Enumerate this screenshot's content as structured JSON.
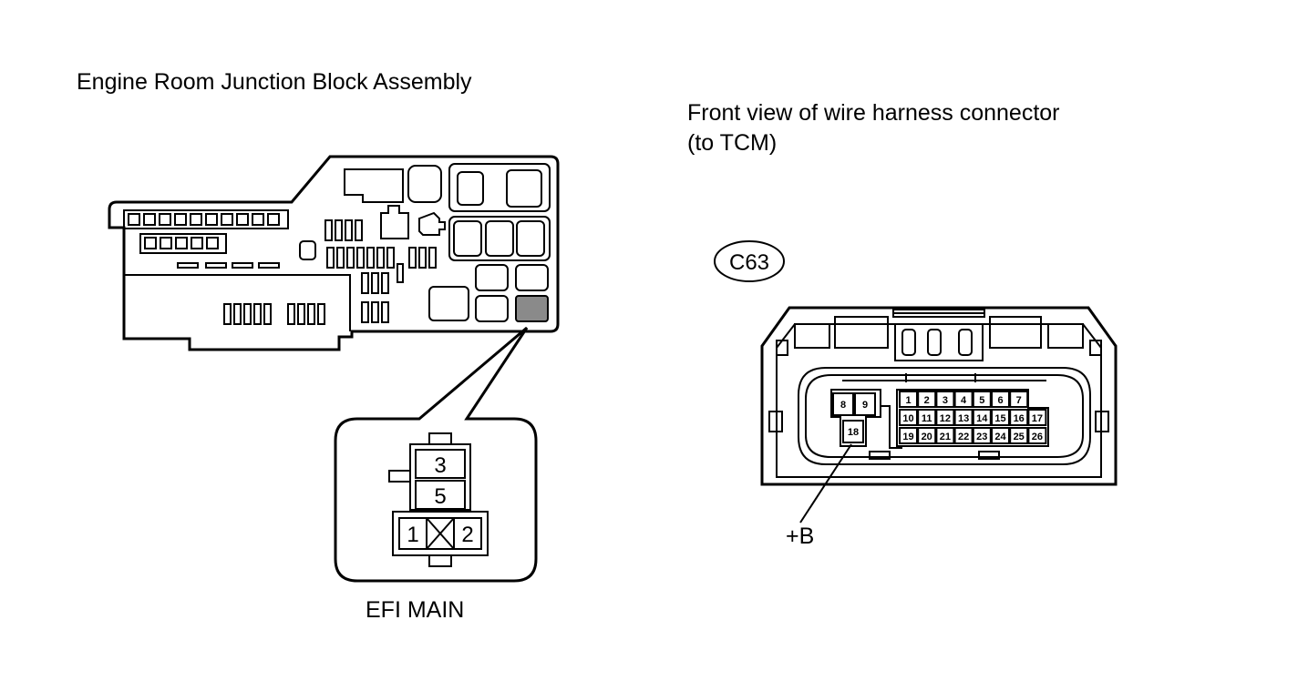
{
  "junction_block": {
    "title": "Engine Room Junction Block Assembly",
    "fuse_label": "EFI MAIN",
    "highlight_color": "#8a8a8a",
    "fuse_terminals": [
      "3",
      "5",
      "1",
      "2"
    ]
  },
  "connector": {
    "title_line1": "Front view of wire harness connector",
    "title_line2": "(to TCM)",
    "code": "C63",
    "pin_label": "+B",
    "left_pins": [
      "8",
      "9",
      "18"
    ],
    "row1": [
      "1",
      "2",
      "3",
      "4",
      "5",
      "6",
      "7"
    ],
    "row2": [
      "10",
      "11",
      "12",
      "13",
      "14",
      "15",
      "16",
      "17"
    ],
    "row3": [
      "19",
      "20",
      "21",
      "22",
      "23",
      "24",
      "25",
      "26"
    ]
  }
}
